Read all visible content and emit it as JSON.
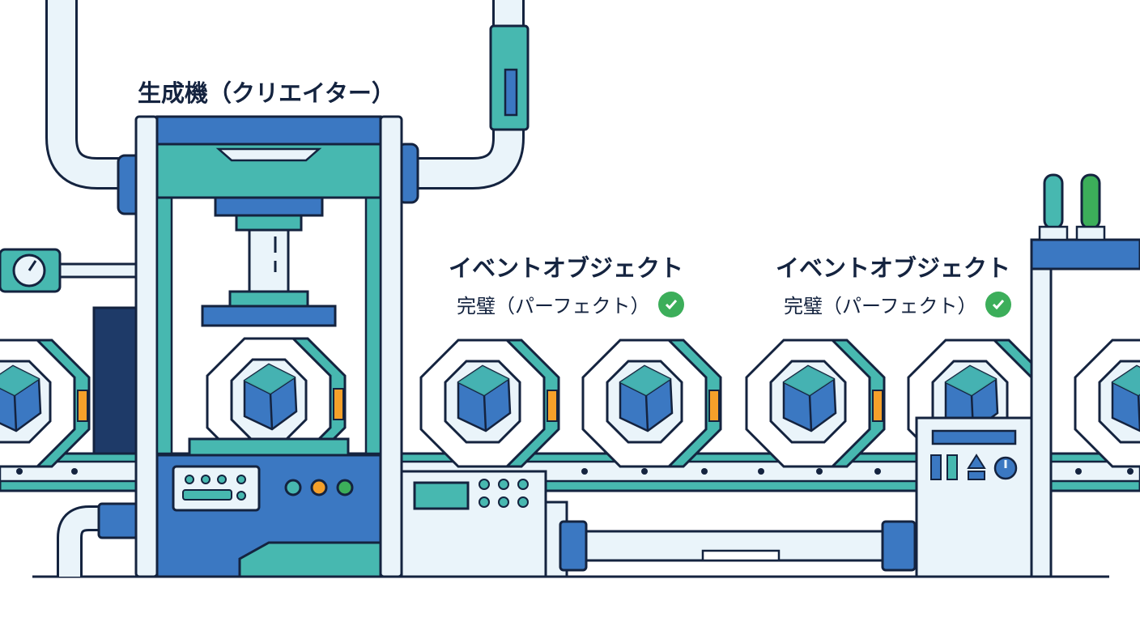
{
  "labels": {
    "creator": "生成機（クリエイター）",
    "events": [
      {
        "title": "イベントオブジェクト",
        "status": "完璧（パーフェクト）",
        "status_icon": "check-circle-icon"
      },
      {
        "title": "イベントオブジェクト",
        "status": "完璧（パーフェクト）",
        "status_icon": "check-circle-icon"
      }
    ]
  },
  "colors": {
    "outline": "#14233f",
    "blue": "#3b78c2",
    "teal": "#47b8b0",
    "pale": "#eaf4fa",
    "orange": "#f5a02a",
    "green": "#3cae5a",
    "dark_blue": "#1e3a68"
  }
}
